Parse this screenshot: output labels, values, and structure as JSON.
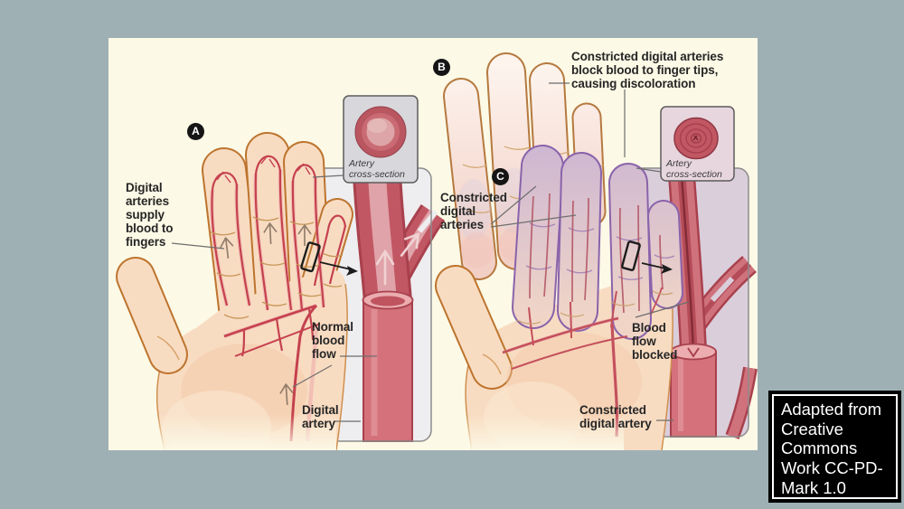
{
  "colors": {
    "background": "#9eb0b4",
    "panel": "#fcf9e6",
    "artery_red": "#c25764",
    "artery_dark": "#a8414d",
    "artery_light": "#ecacb0",
    "skin": "#f8dcc2",
    "skin_outline": "#bd742e",
    "pale_finger": "#fdf4ee",
    "pale_outline": "#b5793f",
    "purple_finger": "#cdb6d2",
    "purple_outline": "#8a63ab",
    "inset_left_bg": "#d8d7db",
    "inset_right_bg": "#e7d6de",
    "artery_panel_left_bg": "#eeedef",
    "artery_panel_right_bg": "#dbcedb",
    "label_text": "#262626",
    "leader_line": "#6e6e6e",
    "attribution_bg": "#000000",
    "attribution_text": "#ffffff"
  },
  "figure": {
    "badges": {
      "a": "A",
      "b": "B",
      "c": "C"
    },
    "panel_a": {
      "label_digital_arteries": "Digital\narteries\nsupply\nblood to\nfingers",
      "label_artery_cross_section": "Artery\ncross-section",
      "label_normal_blood_flow": "Normal\nblood\nflow",
      "label_digital_artery": "Digital\nartery"
    },
    "panel_b": {
      "label_constricted_block": "Constricted digital arteries\nblock blood to finger tips,\ncausing discoloration",
      "label_constricted_arteries": "Constricted\ndigital\narteries",
      "label_artery_cross_section": "Artery\ncross-section",
      "label_blood_flow_blocked": "Blood\nflow\nblocked",
      "label_constricted_artery": "Constricted\ndigital artery"
    }
  },
  "attribution": {
    "text": "Adapted from\nCreative\nCommons\nWork CC-PD-\nMark 1.0"
  }
}
